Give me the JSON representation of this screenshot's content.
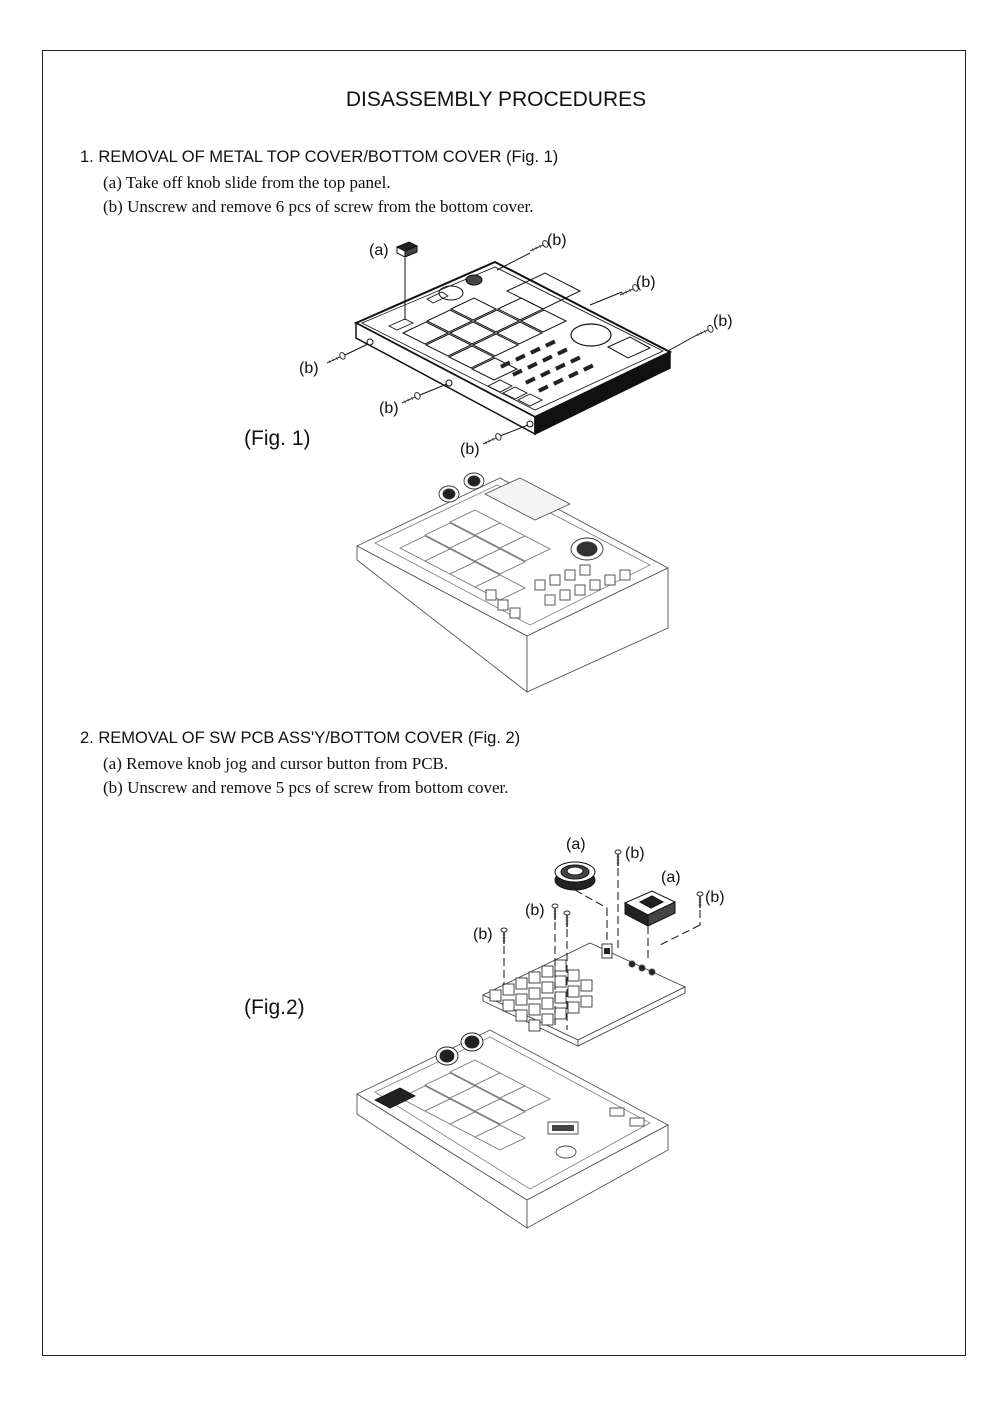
{
  "title": "DISASSEMBLY PROCEDURES",
  "section1": {
    "heading": "1. REMOVAL OF METAL TOP COVER/BOTTOM COVER (Fig. 1)",
    "step_a": "(a) Take off knob slide from the top panel.",
    "step_b": "(b) Unscrew and remove 6 pcs of screw from the bottom cover.",
    "figure_label": "(Fig. 1)",
    "callout_a": "(a)",
    "callout_b": "(b)"
  },
  "section2": {
    "heading": "2. REMOVAL OF SW PCB ASS'Y/BOTTOM COVER (Fig. 2)",
    "step_a": "(a) Remove knob jog and cursor button from PCB.",
    "step_b": "(b) Unscrew and remove 5 pcs of screw from bottom cover.",
    "figure_label": "(Fig.2)",
    "callout_a": "(a)",
    "callout_b": "(b)"
  }
}
